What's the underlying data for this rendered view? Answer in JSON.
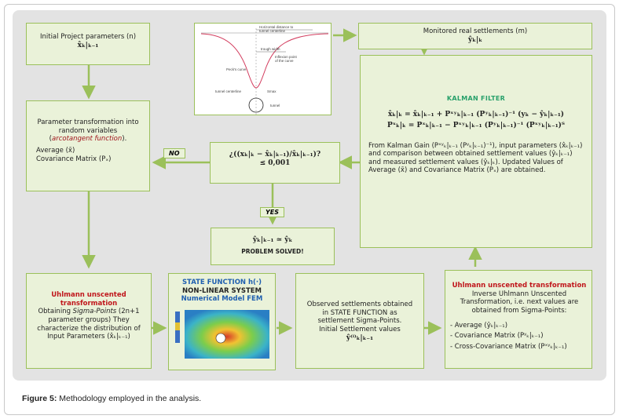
{
  "boxes": {
    "initial": {
      "line1": "Initial Project parameters (n)",
      "math": "x̂ₖ|ₖ₋₁"
    },
    "monitored": {
      "line1": "Monitored real settlements (m)",
      "math": "ŷₖ|ₖ"
    },
    "param_transform": {
      "line1": "Parameter transformation into",
      "line2": "random variables",
      "line3a": "(",
      "italic": "arcotangent function",
      "line3b": ").",
      "line4": "Average (x̄)",
      "line5": "Covariance Matrix (Pₓ)"
    },
    "condition": {
      "math1": "¿((xₖ|ₖ − x̂ₖ|ₖ₋₁)/x̂ₖ|ₖ₋₁)?",
      "math2": "≤ 0,001"
    },
    "solved": {
      "math": "ŷₖ|ₖ₋₁ ≃ ŷₖ",
      "label": "PROBLEM SOLVED!"
    },
    "kalman": {
      "title": "KALMAN FILTER",
      "eq1": "x̂ₖ|ₖ = x̂ₖ|ₖ₋₁ + Pˣʸₖ|ₖ₋₁ (Pʸₖ|ₖ₋₁)⁻¹ (yₖ − ŷₖ|ₖ₋₁)",
      "eq2": "Pˣₖ|ₖ = Pˣₖ|ₖ₋₁ − Pˣʸₖ|ₖ₋₁ (Pʸₖ|ₖ₋₁)⁻¹ (Pˣʸₖ|ₖ₋₁)ᵀ",
      "text": "From Kalman Gain (Pˣʸₖ|ₖ₋₁ (Pʸₖ|ₖ₋₁)⁻¹), input parameters (x̂ₖ|ₖ₋₁) and comparison between obtained settlement values (ŷₖ|ₖ₋₁) and measured settlement values (ŷₖ|ₖ). Updated Values of Average (x̄) and Covariance Matrix (Pₓ) are obtained."
    },
    "uut1": {
      "title1": "Uhlmann unscented",
      "title2": "transformation",
      "line1a": "Obtaining ",
      "italic": "Sigma-Points",
      "line1b": " (2n+1",
      "line2": "parameter groups) They",
      "line3": "characterize the distribution of",
      "line4": "Input Parameters (x̂ₖ|ₖ₋₁)"
    },
    "state": {
      "line1": "STATE FUNCTION h(·)",
      "line2": "NON-LINEAR SYSTEM",
      "line3": "Numerical Model FEM"
    },
    "observed": {
      "line1": "Observed settlements obtained",
      "line2": "in STATE FUNCTION as",
      "line3": "settlement Sigma-Points.",
      "line4": "Initial Settlement values",
      "math": "ŷ⁽ⁱ⁾ₖ|ₖ₋₁"
    },
    "uut2": {
      "title": "Uhlmann unscented transformation",
      "line1": "Inverse Uhlmann Unscented",
      "line2": "Transformation, i.e. next values are",
      "line3": "obtained from Sigma-Points:",
      "item1": "- Average  (ŷₖ|ₖ₋₁)",
      "item2": "- Covariance Matrix (Pʸₖ|ₖ₋₁)",
      "item3": "- Cross-Covariance Matrix (Pˣʸₖ|ₖ₋₁)"
    }
  },
  "tags": {
    "no": "NO",
    "yes": "YES"
  },
  "figure_labels": {
    "horizontal": "Horizontal distance to",
    "horizontal2": "tunnel centerline",
    "trough": "trough width",
    "peck": "Peck's curve",
    "inflexion": "Inflexion point",
    "inflexion2": "of the curve",
    "centerline": "tunnel centerline",
    "smax": "Smax",
    "tunnel": "tunnel"
  },
  "caption": {
    "label": "Figure 5:",
    "text": " Methodology employed in the analysis."
  }
}
